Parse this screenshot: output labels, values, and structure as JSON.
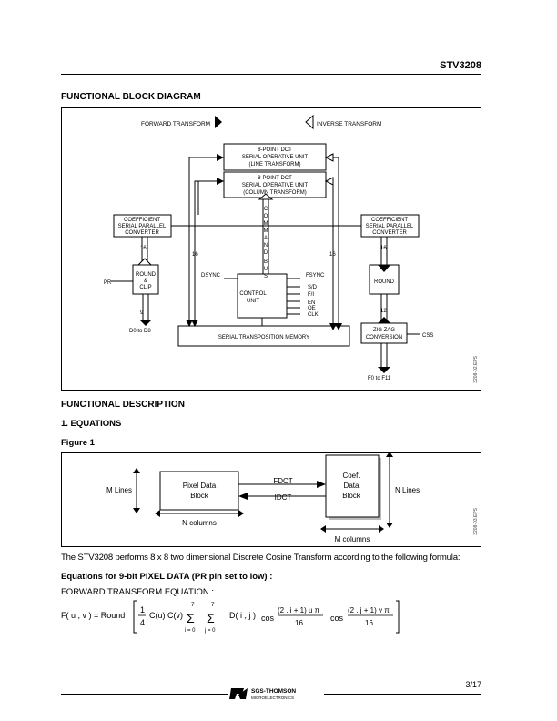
{
  "header": {
    "part_number": "STV3208"
  },
  "section_block_diagram": {
    "title": "FUNCTIONAL BLOCK DIAGRAM",
    "forward_label": "FORWARD TRANSFORM",
    "inverse_label": "INVERSE TRANSFORM",
    "dct_line": [
      "8-POINT DCT",
      "SERIAL OPERATIVE UNIT",
      "(LINE TRANSFORM)"
    ],
    "dct_column": [
      "8-POINT DCT",
      "SERIAL OPERATIVE UNIT",
      "(COLUMN TRANSFORM)"
    ],
    "coef_left": [
      "COEFFICIENT",
      "SERIAL PARALLEL",
      "CONVERTER"
    ],
    "coef_right": [
      "COEFFICIENT",
      "SERIAL PARALLEL",
      "CONVERTER"
    ],
    "command_bus": [
      "C",
      "O",
      "M",
      "M",
      "A",
      "N",
      "D",
      "B",
      "U",
      "S"
    ],
    "round_clip": [
      "ROUND",
      "&",
      "CLIP"
    ],
    "round_right": "ROUND",
    "control_unit": [
      "CONTROL",
      "UNIT"
    ],
    "memory": "SERIAL TRANSPOSITION MEMORY",
    "zigzag": [
      "ZIG ZAG",
      "CONVERSION"
    ],
    "pr": "PR",
    "dsync": "DSYNC",
    "fsync": "FSYNC",
    "ctrl_signals": [
      "S/D",
      "F/I",
      "EN",
      "OE",
      "CLK"
    ],
    "css": "CSS",
    "bus16": "16",
    "bus9": "9",
    "bus12": "12",
    "d_out": "D0 to D8",
    "f_out": "F0 to F11",
    "side_code": "3208-02.EPS"
  },
  "section_description": {
    "title": "FUNCTIONAL DESCRIPTION",
    "subtitle": "1. EQUATIONS",
    "figure_label": "Figure 1",
    "fig": {
      "m_lines": "M Lines",
      "pixel_block": [
        "Pixel Data",
        "Block"
      ],
      "fdct": "FDCT",
      "idct": "IDCT",
      "coef_block": [
        "Coef.",
        "Data",
        "Block"
      ],
      "n_lines": "N Lines",
      "n_columns": "N columns",
      "m_columns": "M columns",
      "side_code": "3208-03.EPS"
    },
    "intro": "The STV3208 performs 8 x 8 two dimensional Discrete Cosine Transform according to the following formula:",
    "eq_heading": "Equations for 9-bit PIXEL DATA (PR pin set to low) :",
    "fwd_heading": "FORWARD TRANSFORM EQUATION :",
    "eq": {
      "lhs": "F( u , v ) = Round",
      "frac_num": "1",
      "frac_den": "4",
      "cu_cv": "C(u)  C(v)",
      "sum_top": "7",
      "sum_i": "i = 0",
      "sum_j": "j = 0",
      "sigma": "Σ",
      "dij": "D( i , j )",
      "cos1": "cos",
      "cos1_num": "(2 . i + 1) u π",
      "cos1_den": "16",
      "cos2": "cos",
      "cos2_num": "(2 . j + 1) v π",
      "cos2_den": "16"
    }
  },
  "footer": {
    "logo_text": "SGS-THOMSON",
    "logo_sub": "MICROELECTRONICS",
    "page": "3/17"
  }
}
